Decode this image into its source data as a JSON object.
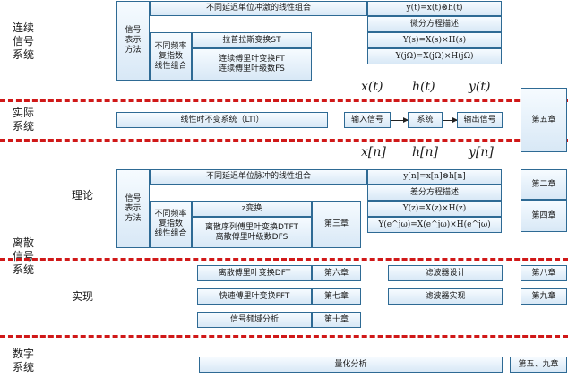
{
  "sections": {
    "continuous": "连续\n信号\n系统",
    "actual": "实际\n系统",
    "discrete": "离散\n信号\n系统",
    "theory": "理论",
    "practice": "实现",
    "digital": "数字\n系统"
  },
  "continuous_block": {
    "signal_repr": "信号\n表示\n方法",
    "impulse_combo": "不同延迟单位冲激的线性组合",
    "conv_formula": "y(t)=x(t)⊗h(t)",
    "freq_combo": "不同频率\n复指数\n线性组合",
    "laplace": "拉普拉斯变换ST",
    "fourier": "连续傅里叶变换FT\n连续傅里叶级数FS",
    "diff_eq": "微分方程描述",
    "laplace_formula": "Y(s)=X(s)×H(s)",
    "fourier_formula": "Y(jΩ)=X(jΩ)×H(jΩ)"
  },
  "continuous_signals": {
    "x": "x(t)",
    "h": "h(t)",
    "y": "y(t)"
  },
  "actual_block": {
    "lti": "线性时不变系统（LTI）",
    "input": "输入信号",
    "system": "系统",
    "output": "输出信号",
    "chapter": "第五章"
  },
  "discrete_signals": {
    "x": "x[n]",
    "h": "h[n]",
    "y": "y[n]"
  },
  "discrete_block": {
    "signal_repr": "信号\n表示\n方法",
    "impulse_combo": "不同延迟单位脉冲的线性组合",
    "conv_formula": "y[n]=x[n]⊗h[n]",
    "freq_combo": "不同频率\n复指数\n线性组合",
    "z_transform": "z变换",
    "dtft": "离散序列傅里叶变换DTFT\n离散傅里叶级数DFS",
    "chapter3": "第三章",
    "diff_eq": "差分方程描述",
    "z_formula": "Y(z)=X(z)×H(z)",
    "dtft_formula": "Y(e^jω)=X(e^jω)×H(e^jω)",
    "chapter2": "第二章",
    "chapter4": "第四章"
  },
  "practice_block": {
    "dft": "离散傅里叶变换DFT",
    "ch6": "第六章",
    "fft": "快速傅里叶变换FFT",
    "ch7": "第七章",
    "spectrum": "信号频域分析",
    "ch10": "第十章",
    "filter_design": "滤波器设计",
    "ch8": "第八章",
    "filter_impl": "滤波器实现",
    "ch9": "第九章"
  },
  "digital_block": {
    "quant": "量化分析",
    "chapter": "第五、九章"
  },
  "colors": {
    "border": "#2e6a94",
    "fill_top": "#f6fbff",
    "fill_bottom": "#d8e8f6",
    "divider": "#d01818"
  }
}
